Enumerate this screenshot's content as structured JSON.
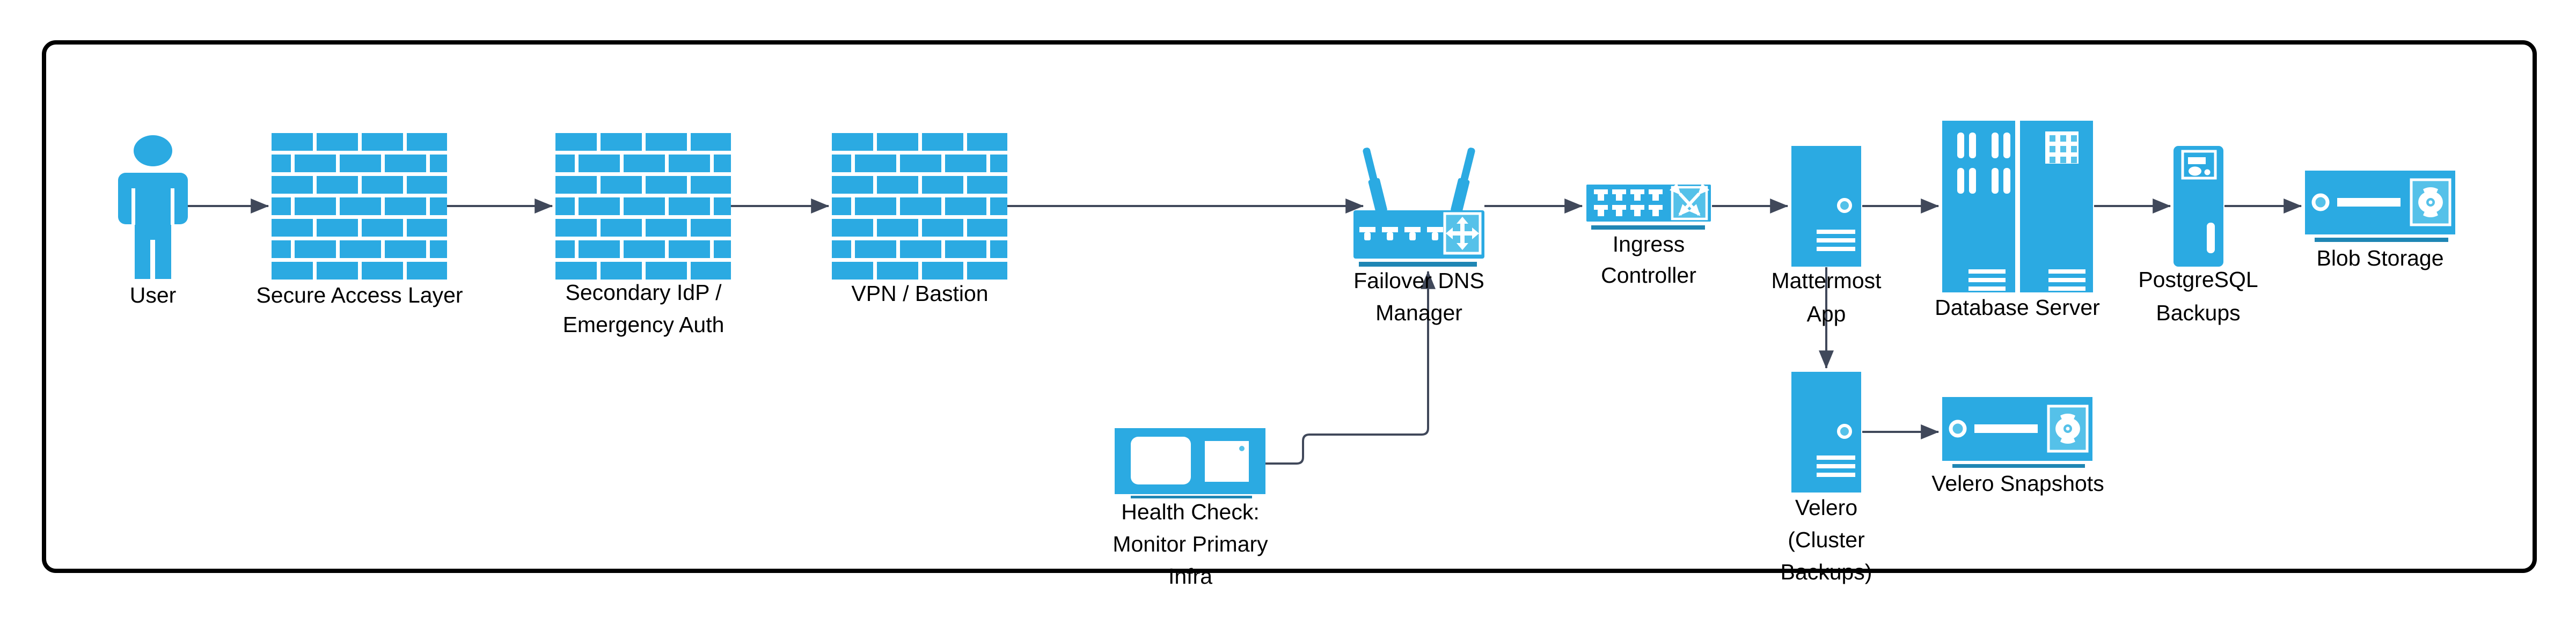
{
  "nodes": {
    "user": {
      "label": "User"
    },
    "secure_access_layer": {
      "label": "Secure Access Layer"
    },
    "secondary_idp": {
      "label_line1": "Secondary IdP /",
      "label_line2": "Emergency Auth"
    },
    "vpn_bastion": {
      "label": "VPN / Bastion"
    },
    "failover_dns_manager": {
      "label_line1": "Failover DNS",
      "label_line2": "Manager"
    },
    "ingress_controller": {
      "label_line1": "Ingress",
      "label_line2": "Controller"
    },
    "mattermost_app": {
      "label_line1": "Mattermost",
      "label_line2": "App"
    },
    "database_server": {
      "label": "Database Server"
    },
    "postgresql_backups": {
      "label_line1": "PostgreSQL",
      "label_line2": "Backups"
    },
    "blob_storage": {
      "label": "Blob Storage"
    },
    "health_check": {
      "label_line1": "Health Check:",
      "label_line2": "Monitor Primary",
      "label_line3": "Infra"
    },
    "velero": {
      "label_line1": "Velero",
      "label_line2": "(Cluster",
      "label_line3": "Backups)"
    },
    "velero_snapshots": {
      "label": "Velero Snapshots"
    }
  },
  "edges": [
    {
      "from": "user",
      "to": "secure_access_layer"
    },
    {
      "from": "secure_access_layer",
      "to": "secondary_idp"
    },
    {
      "from": "secondary_idp",
      "to": "vpn_bastion"
    },
    {
      "from": "vpn_bastion",
      "to": "failover_dns_manager"
    },
    {
      "from": "failover_dns_manager",
      "to": "ingress_controller"
    },
    {
      "from": "ingress_controller",
      "to": "mattermost_app"
    },
    {
      "from": "mattermost_app",
      "to": "database_server"
    },
    {
      "from": "database_server",
      "to": "postgresql_backups"
    },
    {
      "from": "postgresql_backups",
      "to": "blob_storage"
    },
    {
      "from": "mattermost_app",
      "to": "velero"
    },
    {
      "from": "velero",
      "to": "velero_snapshots"
    },
    {
      "from": "health_check",
      "to": "failover_dns_manager"
    }
  ],
  "colors": {
    "node_fill": "#2BAAE2",
    "node_fill_light": "#55C1E9",
    "underline_fill": "#1F86B4",
    "edge_stroke": "#40485A",
    "border_color": "#000000",
    "label_color": "#000000",
    "canvas_bg": "#FFFFFF"
  }
}
